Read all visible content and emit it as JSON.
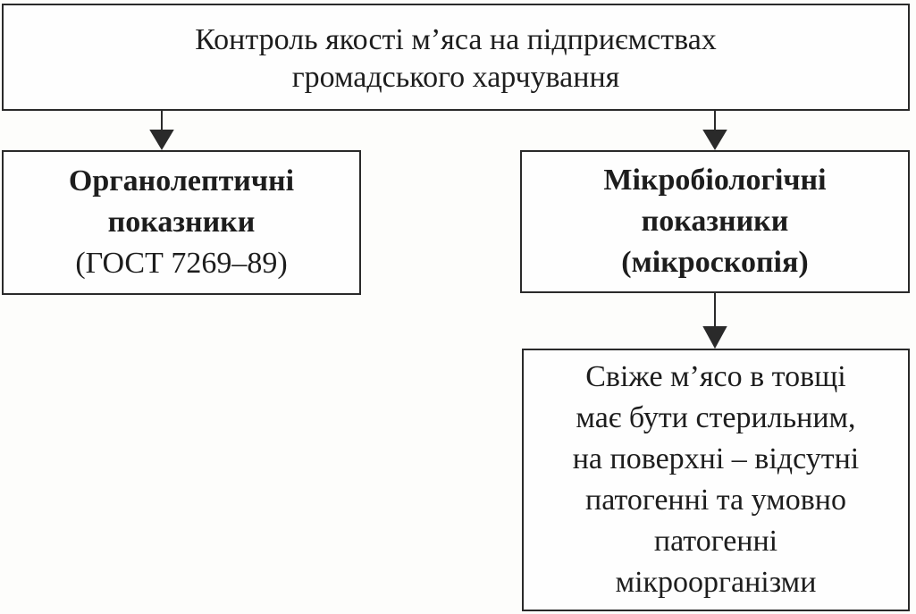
{
  "diagram": {
    "top": {
      "lines": [
        "Контроль якості м’яса на підприємствах",
        "громадського харчування"
      ]
    },
    "left": {
      "title_lines": [
        "Органолептичні",
        "показники"
      ],
      "sub_line": "(ГОСТ 7269–89)"
    },
    "right": {
      "lines": [
        "Мікробіологічні",
        "показники",
        "(мікроскопія)"
      ]
    },
    "bottom": {
      "lines": [
        "Свіже м’ясо в товщі",
        "має бути стерильним,",
        "на поверхні – відсутні",
        "патогенні та умовно",
        "патогенні",
        "мікроорганізми"
      ]
    },
    "colors": {
      "line": "#2a2a2a",
      "text": "#1d1d1d",
      "background": "#fdfdfb"
    }
  }
}
